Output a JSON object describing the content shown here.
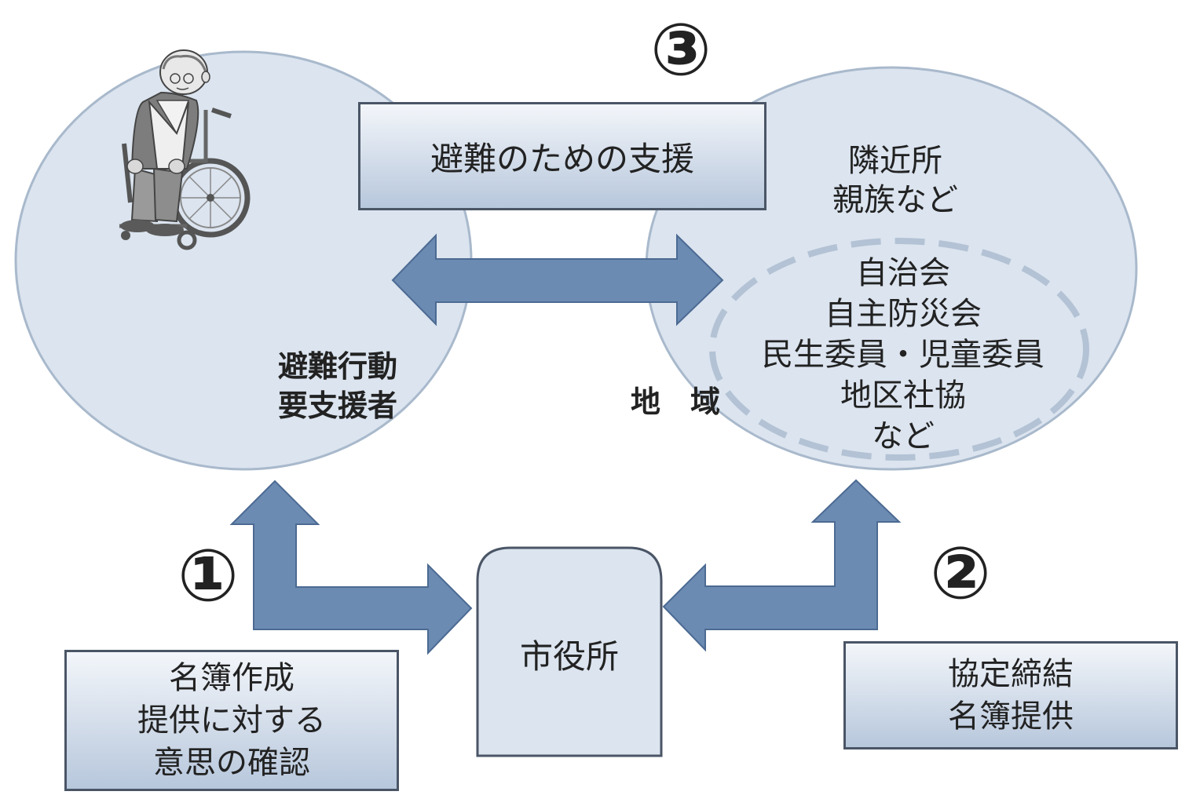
{
  "colors": {
    "circle_fill": "#dbe4ef",
    "circle_stroke": "#a9b9cc",
    "arrow_fill": "#6c8bb3",
    "arrow_stroke": "#4c6a92",
    "box_border": "#4a5566",
    "dash_stroke": "#b3c2d4"
  },
  "icons": {
    "person": "elderly-person-in-wheelchair"
  },
  "steps": {
    "one": "①",
    "two": "②",
    "three": "③"
  },
  "support_box": {
    "label": "避難のための支援"
  },
  "left_circle": {
    "line1": "避難行動",
    "line2": "要支援者"
  },
  "right_circle": {
    "title": "地　域",
    "top_line1": "隣近所",
    "top_line2": "親族など",
    "org_lines": [
      "自治会",
      "自主防災会",
      "民生委員・児童委員",
      "地区社協",
      "など"
    ]
  },
  "city_hall": {
    "label": "市役所"
  },
  "box_left": {
    "lines": [
      "名簿作成",
      "提供に対する",
      "意思の確認"
    ]
  },
  "box_right": {
    "lines": [
      "協定締結",
      "名簿提供"
    ]
  }
}
